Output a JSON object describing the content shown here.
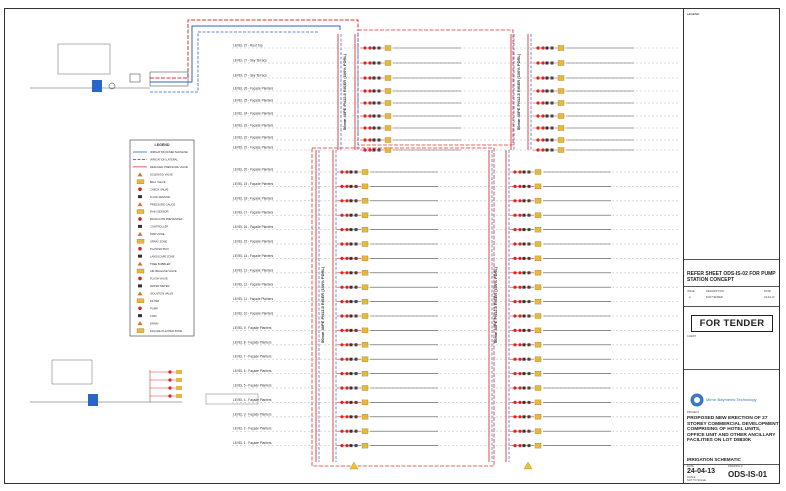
{
  "title_block": {
    "legend_label": "LEGEND",
    "refer_note": "REFER SHEET ODS-IS-02 FOR PUMP STATION CONCEPT",
    "for_tender": "FOR TENDER",
    "client_label": "CLIENT",
    "project_label": "PROJECT",
    "project_text": "PROPOSED NEW ERECTION OF 27 STOREY COMMERCIAL DEVELOPMENT COMPRISING OF HOTEL UNITS, OFFICE UNIT AND OTHER ANCILLARY FACILITIES ON LOT D8830K",
    "drawing_title": "IRRIGATION SCHEMATIC",
    "date_label": "DATE",
    "date_value": "24-04-13",
    "scale_label": "SCALE",
    "scale_value": "NOT TO SCALE",
    "drawing_no_label": "DRAWING #",
    "drawing_no": "ODS-IS-01",
    "rev_headers": [
      "ISSUE",
      "DESCRIPTION",
      "DATE"
    ],
    "rev_row": [
      "A",
      "FOR TENDER",
      "24-04-13"
    ],
    "company_name": "Mirror Bayments Technology"
  },
  "diagram": {
    "level_labels_top": [
      "LEVEL 27 - Roof Top",
      "LEVEL 27 - Sky Terrace",
      "LEVEL 27 - Sky Terrace",
      "LEVEL 26 - Façade Planters",
      "LEVEL 25 - Façade Planters",
      "LEVEL 24 - Façade Planters",
      "LEVEL 23 - Façade Planters",
      "LEVEL 22 - Façade Planters",
      "LEVEL 21 - Façade Planters"
    ],
    "level_labels_bottom": [
      "LEVEL 20 - Façade Planters",
      "LEVEL 19 - Façade Planters",
      "LEVEL 18 - Façade Planters",
      "LEVEL 17 - Façade Planters",
      "LEVEL 16 - Façade Planters",
      "LEVEL 15 - Façade Planters",
      "LEVEL 14 - Façade Planters",
      "LEVEL 13 - Façade Planters",
      "LEVEL 12 - Façade Planters",
      "LEVEL 11 - Façade Planters",
      "LEVEL 10 - Façade Planters",
      "LEVEL 9 - Façade Planters",
      "LEVEL 8 - Façade Planters",
      "LEVEL 7 - Façade Planters",
      "LEVEL 6 - Façade Planters",
      "LEVEL 5 - Façade Planters",
      "LEVEL 4 - Façade Planters",
      "LEVEL 3 - Façade Planters",
      "LEVEL 2 - Façade Planters",
      "LEVEL 1 - Façade Planters"
    ],
    "riser_label": "50mm 40PE PN12.5 RISER (100% PDRL)",
    "legend_title": "LEGEND",
    "legend_items": [
      "IRRIGATION RISER MAINLINE",
      "IRRIGATION LATERAL",
      "REDUCED PRESSURE VALVE",
      "SOLENOID VALVE",
      "BALL VALVE",
      "CHECK VALVE",
      "FLOW SENSOR",
      "PRESSURE GAUGE",
      "RAIN SENSOR",
      "BACKFLOW PREVENTER",
      "CONTROLLER",
      "DRIP ZONE",
      "SPRAY ZONE",
      "PLANTER BOX",
      "LANDSCAPE ZONE",
      "TREE BUBBLER",
      "AIR RELEASE VALVE",
      "FLUSH VALVE",
      "WATER METER",
      "ISOLATION VALVE",
      "FILTER",
      "PUMP",
      "TANK",
      "DRAIN",
      "FAÇADE PLANTER ZONE"
    ]
  }
}
